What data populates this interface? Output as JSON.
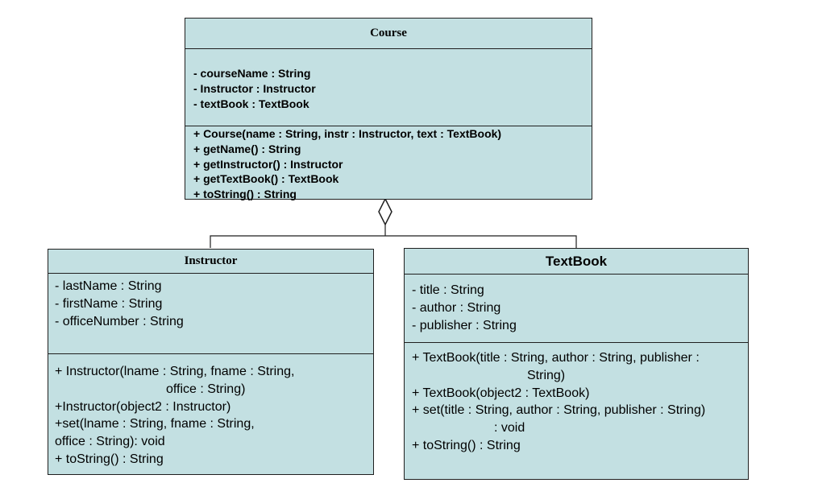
{
  "course": {
    "name": "Course",
    "attributes": [
      "- courseName : String",
      "- Instructor : Instructor",
      "- textBook : TextBook"
    ],
    "methods": [
      "+ Course(name : String, instr : Instructor, text : TextBook)",
      "+ getName() : String",
      "+ getInstructor() : Instructor",
      "+ getTextBook() : TextBook",
      "+ toString() : String"
    ]
  },
  "instructor": {
    "name": "Instructor",
    "attributes": [
      "- lastName : String",
      "- firstName : String",
      "- officeNumber : String"
    ],
    "methods": [
      "+ Instructor(lname : String, fname : String,",
      "office : String)",
      "+Instructor(object2 : Instructor)",
      "+set(lname : String, fname : String,",
      "office : String): void",
      "+ toString() : String"
    ]
  },
  "textbook": {
    "name": "TextBook",
    "attributes": [
      "- title : String",
      "- author : String",
      "- publisher : String"
    ],
    "methods": [
      "+ TextBook(title : String, author : String, publisher :",
      "String)",
      "+ TextBook(object2 : TextBook)",
      "+ set(title : String, author : String, publisher : String)",
      ": void",
      "+ toString() : String"
    ]
  },
  "relationship": {
    "type": "aggregation",
    "whole": "Course",
    "parts": [
      "Instructor",
      "TextBook"
    ]
  },
  "colors": {
    "class_fill": "#c3e0e2",
    "border": "#1f1f1f"
  }
}
